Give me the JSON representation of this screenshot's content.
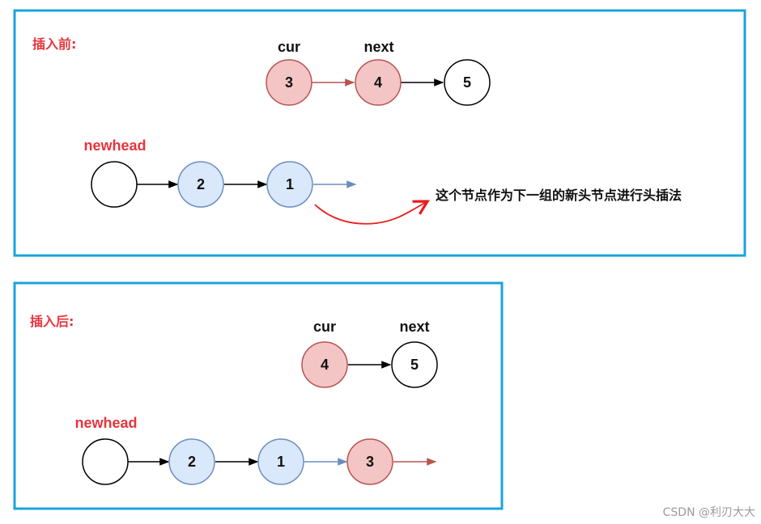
{
  "panel_before": {
    "title": "插入前:",
    "cur_label": "cur",
    "next_label": "next",
    "newhead_label": "newhead",
    "list_top": [
      "3",
      "4",
      "5"
    ],
    "list_bottom": [
      "",
      "2",
      "1"
    ],
    "note": "这个节点作为下一组的新头节点进行头插法"
  },
  "panel_after": {
    "title": "插入后:",
    "cur_label": "cur",
    "next_label": "next",
    "newhead_label": "newhead",
    "list_top": [
      "4",
      "5"
    ],
    "list_bottom": [
      "",
      "2",
      "1",
      "3"
    ]
  },
  "watermark": "CSDN @利刃大大",
  "colors": {
    "panel_border": "#1aa3dc",
    "label_red": "#e8343c",
    "node_red_fill": "#f4c5c5",
    "node_blue_fill": "#dae8fc"
  }
}
